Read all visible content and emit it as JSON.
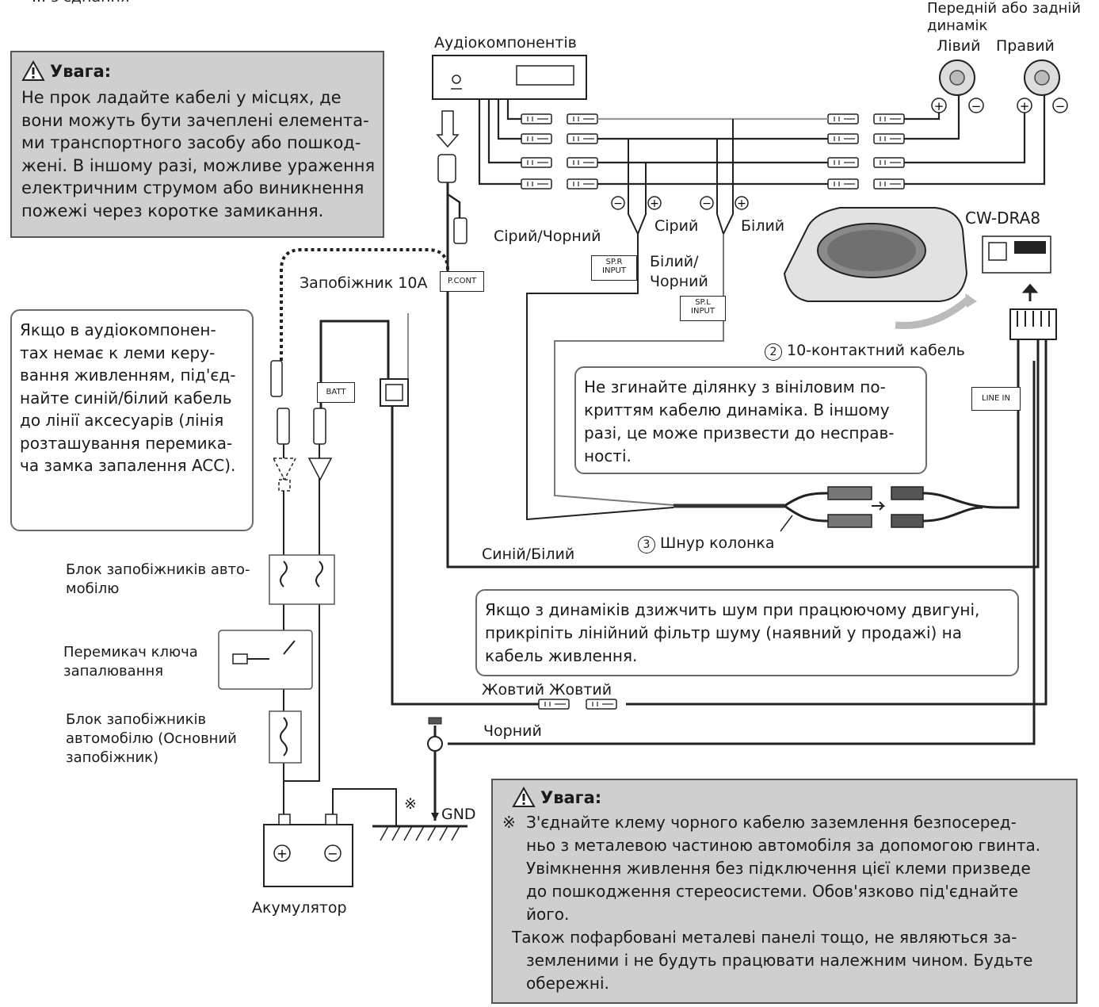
{
  "top_left_fragment": "... з'єднання",
  "speaker_title_1": "Передній або задній",
  "speaker_title_2": "динамік",
  "left_speaker": "Лівий",
  "right_speaker": "Правий",
  "audio_component": "Аудіокомпонентів",
  "warning_top": {
    "title": "Увага:",
    "lines": [
      "Не прок ладайте кабелі у місцях, де",
      "вони можуть бути зачеплені елемента-",
      "ми транспортного засобу або пошкод-",
      "жені. В іншому разі, можливе ураження",
      "електричним струмом або виникнення",
      "пожежі через коротке замикання."
    ]
  },
  "note_acc": {
    "lines": [
      "Якщо в аудіокомпонен-",
      "тах немає к леми керу-",
      "вання живленням, під'єд-",
      "найте синій/білий кабель",
      "до лінії аксесуарів (лінія",
      "розташування перемика-",
      "ча замка запалення ACC)."
    ]
  },
  "wire_labels": {
    "gray_black": "Сірий/Чорний",
    "gray": "Сірий",
    "white": "Білий",
    "white_black_1": "Білий/",
    "white_black_2": "Чорний",
    "blue_white": "Синій/Білий",
    "yellow_left": "Жовтий",
    "yellow_right": "Жовтий",
    "black": "Чорний"
  },
  "tags": {
    "spr_1": "SP.R",
    "spr_2": "INPUT",
    "spl_1": "SP.L",
    "spl_2": "INPUT",
    "pcont": "P.CONT",
    "batt": "BATT",
    "line_in": "LINE IN"
  },
  "fuse_10a": "Запобіжник 10A",
  "product_name": "CW-DRA8",
  "cable_10pin": "10-контактний кабель",
  "cable_10pin_num": "2",
  "speaker_cord": "Шнур колонка",
  "speaker_cord_num": "3",
  "note_bend": {
    "lines": [
      "Не згинайте ділянку з вініловим по-",
      "криттям кабелю динаміка. В іншому",
      "разі, це може призвести до несправ-",
      "ності."
    ]
  },
  "note_noise": {
    "lines": [
      "Якщо з динаміків дзижчить шум при працюючому двигуні,",
      "прикріпіть лінійний фільтр шуму (наявний у продажі) на",
      "кабель живлення."
    ]
  },
  "fuse_block_car": "Блок запобіжників авто-",
  "fuse_block_car_2": "мобілю",
  "ignition_1": "Перемикач ключа",
  "ignition_2": "запалювання",
  "main_fuse_1": "Блок запобіжників",
  "main_fuse_2": "автомобілю (Основний",
  "main_fuse_3": "запобіжник)",
  "battery": "Акумулятор",
  "gnd": "GND",
  "asterisk": "※",
  "warning_bottom": {
    "title": "Увага:",
    "star": "※",
    "lines": [
      "З'єднайте клему чорного кабелю заземлення безпосеред-",
      "ньо з металевою частиною автомобіля за допомогою гвинта.",
      "Увімкнення живлення без підключення цієї клеми призведе",
      "до пошкодження стереосистеми. Обов'язково під'єднайте",
      "його."
    ],
    "lines2": [
      "Також пофарбовані металеві панелі тощо, не являються за-",
      "земленими і не будуть працювати належним чином. Будьте",
      "обережні."
    ]
  }
}
